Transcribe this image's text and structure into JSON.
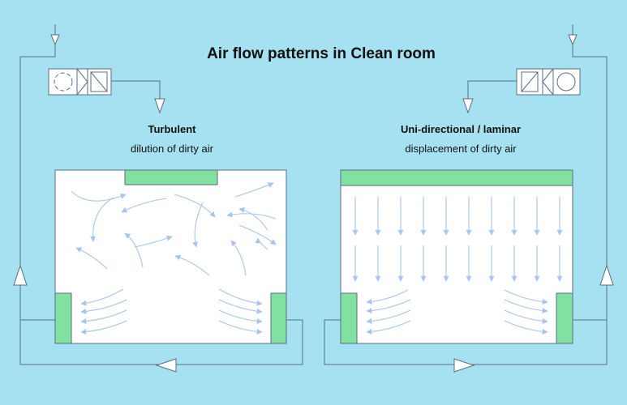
{
  "title": "Air flow patterns in Clean room",
  "left_panel": {
    "heading": "Turbulent",
    "subheading": "dilution of dirty air"
  },
  "right_panel": {
    "heading": "Uni-directional / laminar",
    "subheading": "displacement of dirty air"
  },
  "colors": {
    "background": "#a6e1f2",
    "filter": "#82e0a0",
    "room": "#ffffff",
    "flow_arrow": "#a8c4f0",
    "duct_line": "#5a6e80"
  },
  "icons": [
    "fan-icon",
    "filter-icon",
    "damper-icon",
    "duct-arrow-icon"
  ]
}
